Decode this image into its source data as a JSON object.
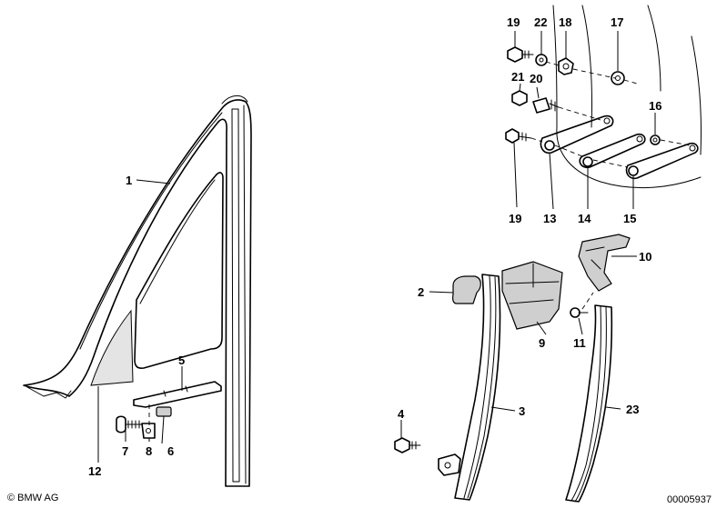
{
  "copyright": "© BMW AG",
  "image_number": "00005937",
  "part_labels": [
    "1",
    "2",
    "3",
    "4",
    "5",
    "6",
    "7",
    "8",
    "9",
    "10",
    "11",
    "12",
    "13",
    "14",
    "15",
    "16",
    "17",
    "18",
    "19",
    "19",
    "20",
    "21",
    "22",
    "23"
  ]
}
